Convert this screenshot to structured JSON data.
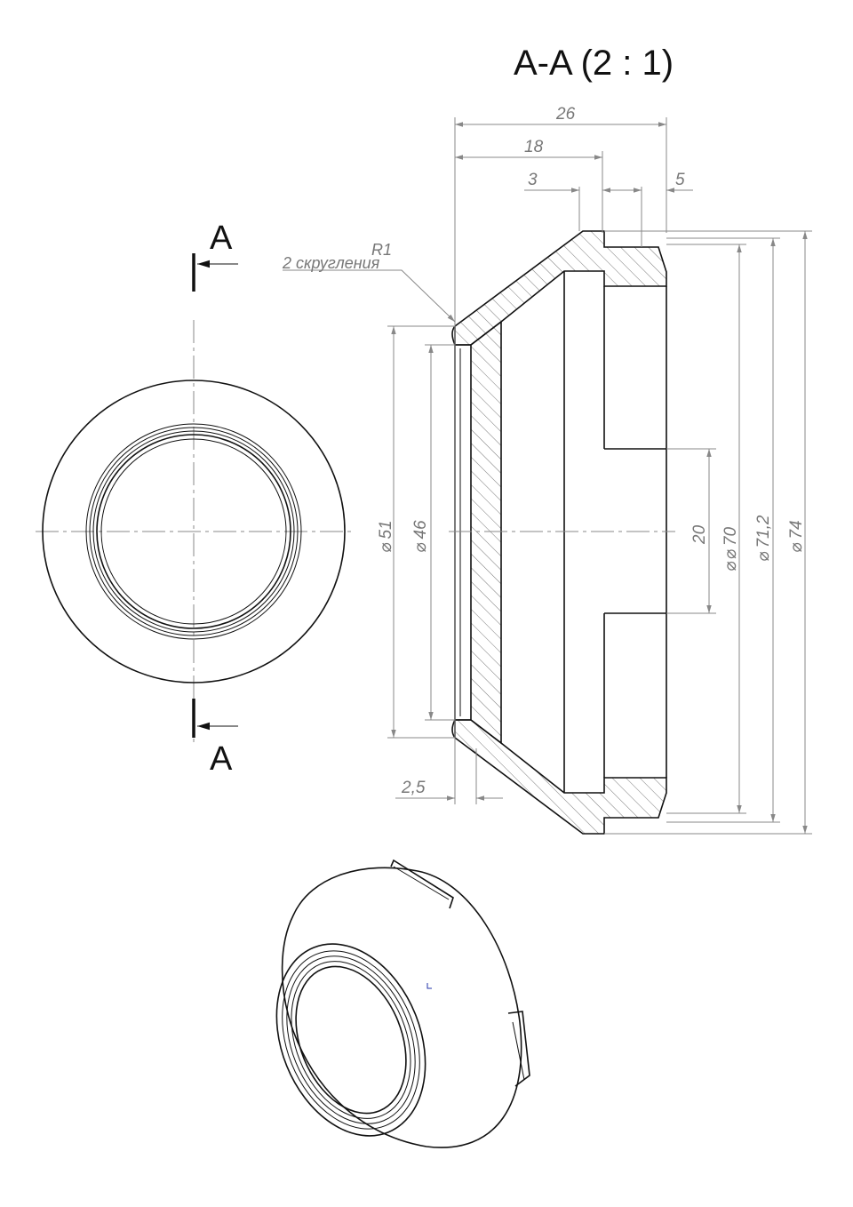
{
  "title": "A-A  (2 : 1)",
  "section_marks": {
    "top": "A",
    "bottom": "A"
  },
  "callout": {
    "radius": "R1",
    "note": "2 скругления"
  },
  "dimensions": {
    "len_26": "26",
    "len_18": "18",
    "len_3": "3",
    "len_5": "5",
    "len_2_5": "2,5",
    "dia_51": "51",
    "dia_46": "46",
    "size_20": "20",
    "dia_70": "70",
    "dia_71_2": "71,2",
    "dia_74": "74"
  },
  "symbols": {
    "diameter": "⌀"
  },
  "colors": {
    "line": "#111111",
    "dimension": "#888888",
    "text": "#777777"
  }
}
